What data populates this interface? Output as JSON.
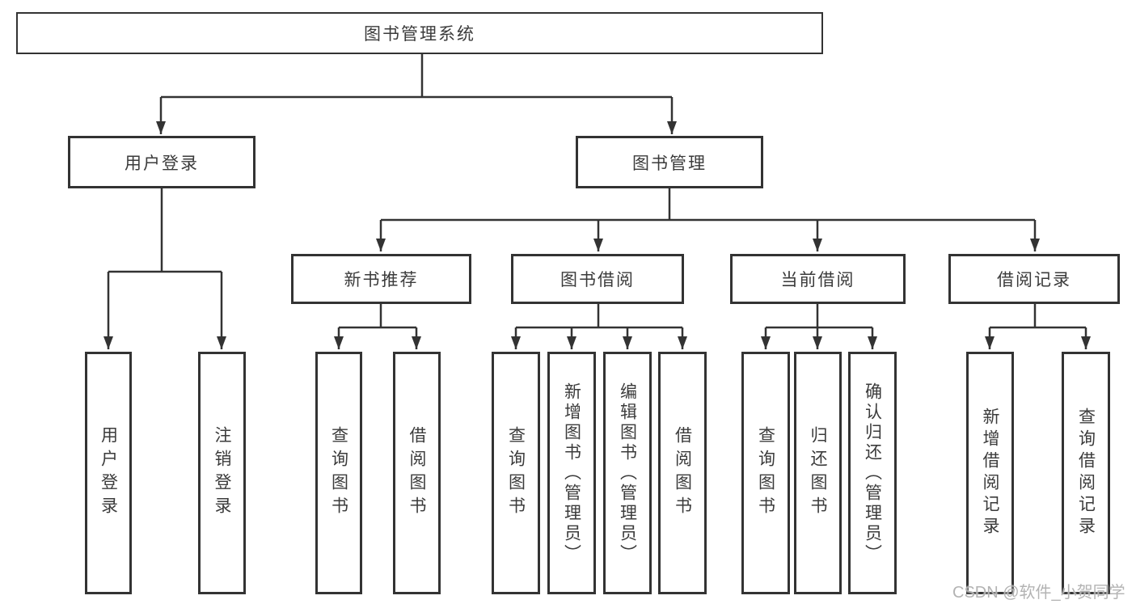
{
  "tree": {
    "root": {
      "label": "图书管理系统"
    },
    "branches": [
      {
        "label": "用户登录",
        "children": [
          {
            "label": "用户登录"
          },
          {
            "label": "注销登录"
          }
        ]
      },
      {
        "label": "图书管理",
        "children": [
          {
            "label": "新书推荐",
            "children": [
              {
                "label": "查询图书"
              },
              {
                "label": "借阅图书"
              }
            ]
          },
          {
            "label": "图书借阅",
            "children": [
              {
                "label": "查询图书"
              },
              {
                "label": "新增图书（管理员）"
              },
              {
                "label": "编辑图书（管理员）"
              },
              {
                "label": "借阅图书"
              }
            ]
          },
          {
            "label": "当前借阅",
            "children": [
              {
                "label": "查询图书"
              },
              {
                "label": "归还图书"
              },
              {
                "label": "确认归还（管理员）"
              }
            ]
          },
          {
            "label": "借阅记录",
            "children": [
              {
                "label": "新增借阅记录"
              },
              {
                "label": "查询借阅记录"
              }
            ]
          }
        ]
      }
    ]
  },
  "watermark": "CSDN @软件_小贺同学",
  "colors": {
    "line": "#333333",
    "box_border": "#333333",
    "text": "#3b3b3b",
    "background": "#ffffff",
    "watermark": "#afafaf"
  }
}
